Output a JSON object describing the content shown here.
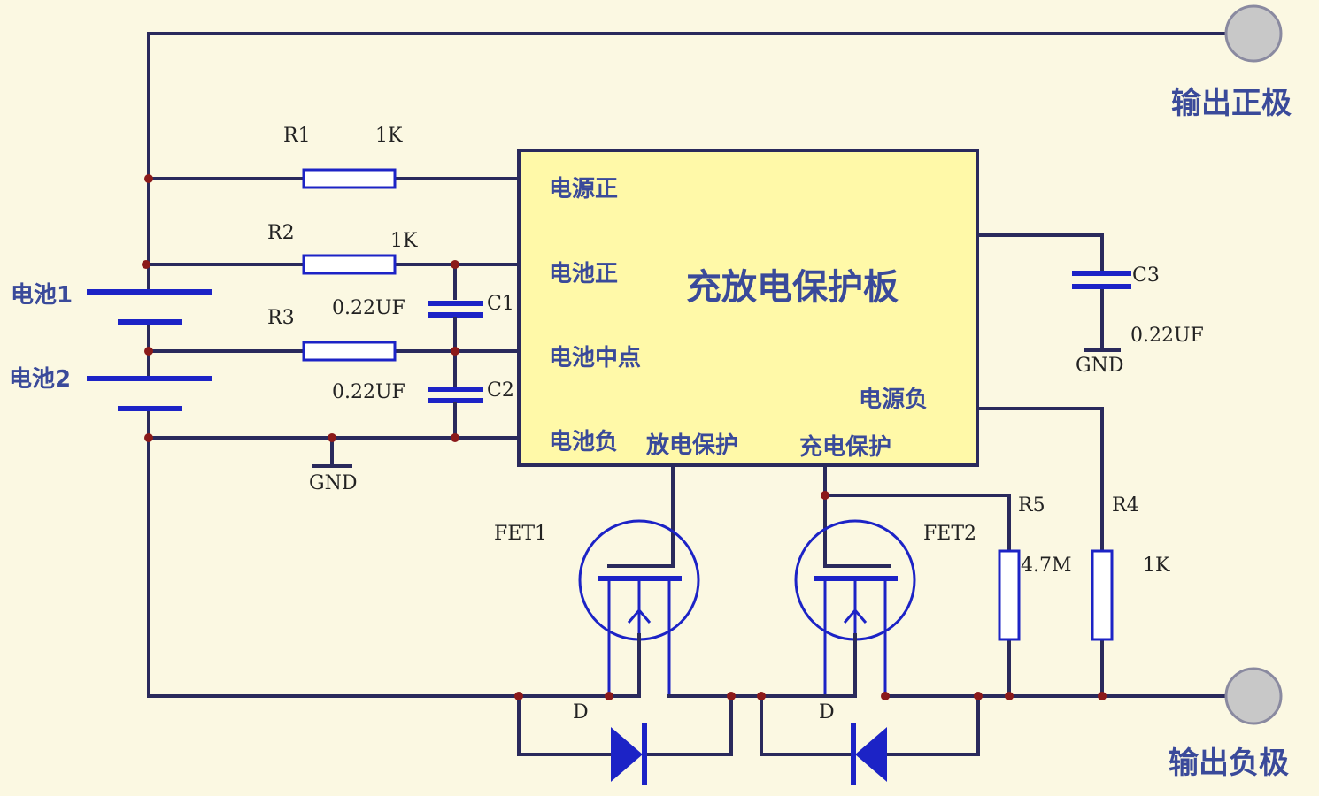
{
  "title": "充放电保护板",
  "outputs": {
    "positive": "输出正极",
    "negative": "输出负极"
  },
  "batteries": {
    "b1": "电池1",
    "b2": "电池2"
  },
  "pins": {
    "power_pos": "电源正",
    "batt_pos": "电池正",
    "batt_mid": "电池中点",
    "power_neg": "电源负",
    "batt_neg": "电池负",
    "discharge_prot": "放电保护",
    "charge_prot": "充电保护"
  },
  "resistors": {
    "r1": {
      "name": "R1",
      "value": "1K"
    },
    "r2": {
      "name": "R2",
      "value": "1K"
    },
    "r3": {
      "name": "R3"
    },
    "r4": {
      "name": "R4",
      "value": "1K"
    },
    "r5": {
      "name": "R5",
      "value": "4.7M"
    }
  },
  "capacitors": {
    "c1": {
      "name": "C1",
      "value": "0.22UF"
    },
    "c2": {
      "name": "C2",
      "value": "0.22UF"
    },
    "c3": {
      "name": "C3",
      "value": "0.22UF"
    }
  },
  "gnd": {
    "left": "GND",
    "right": "GND"
  },
  "fets": {
    "fet1": "FET1",
    "fet2": "FET2"
  },
  "diodes": {
    "d1": "D",
    "d2": "D"
  },
  "colors": {
    "background": "#FBF8E2",
    "board_fill": "#FFF9A8",
    "wire": "#2A2A5C",
    "component": "#1C23C6",
    "junction": "#8B1A1A",
    "label_cn": "#3A4A9A",
    "terminal": "#C8C8C8"
  }
}
